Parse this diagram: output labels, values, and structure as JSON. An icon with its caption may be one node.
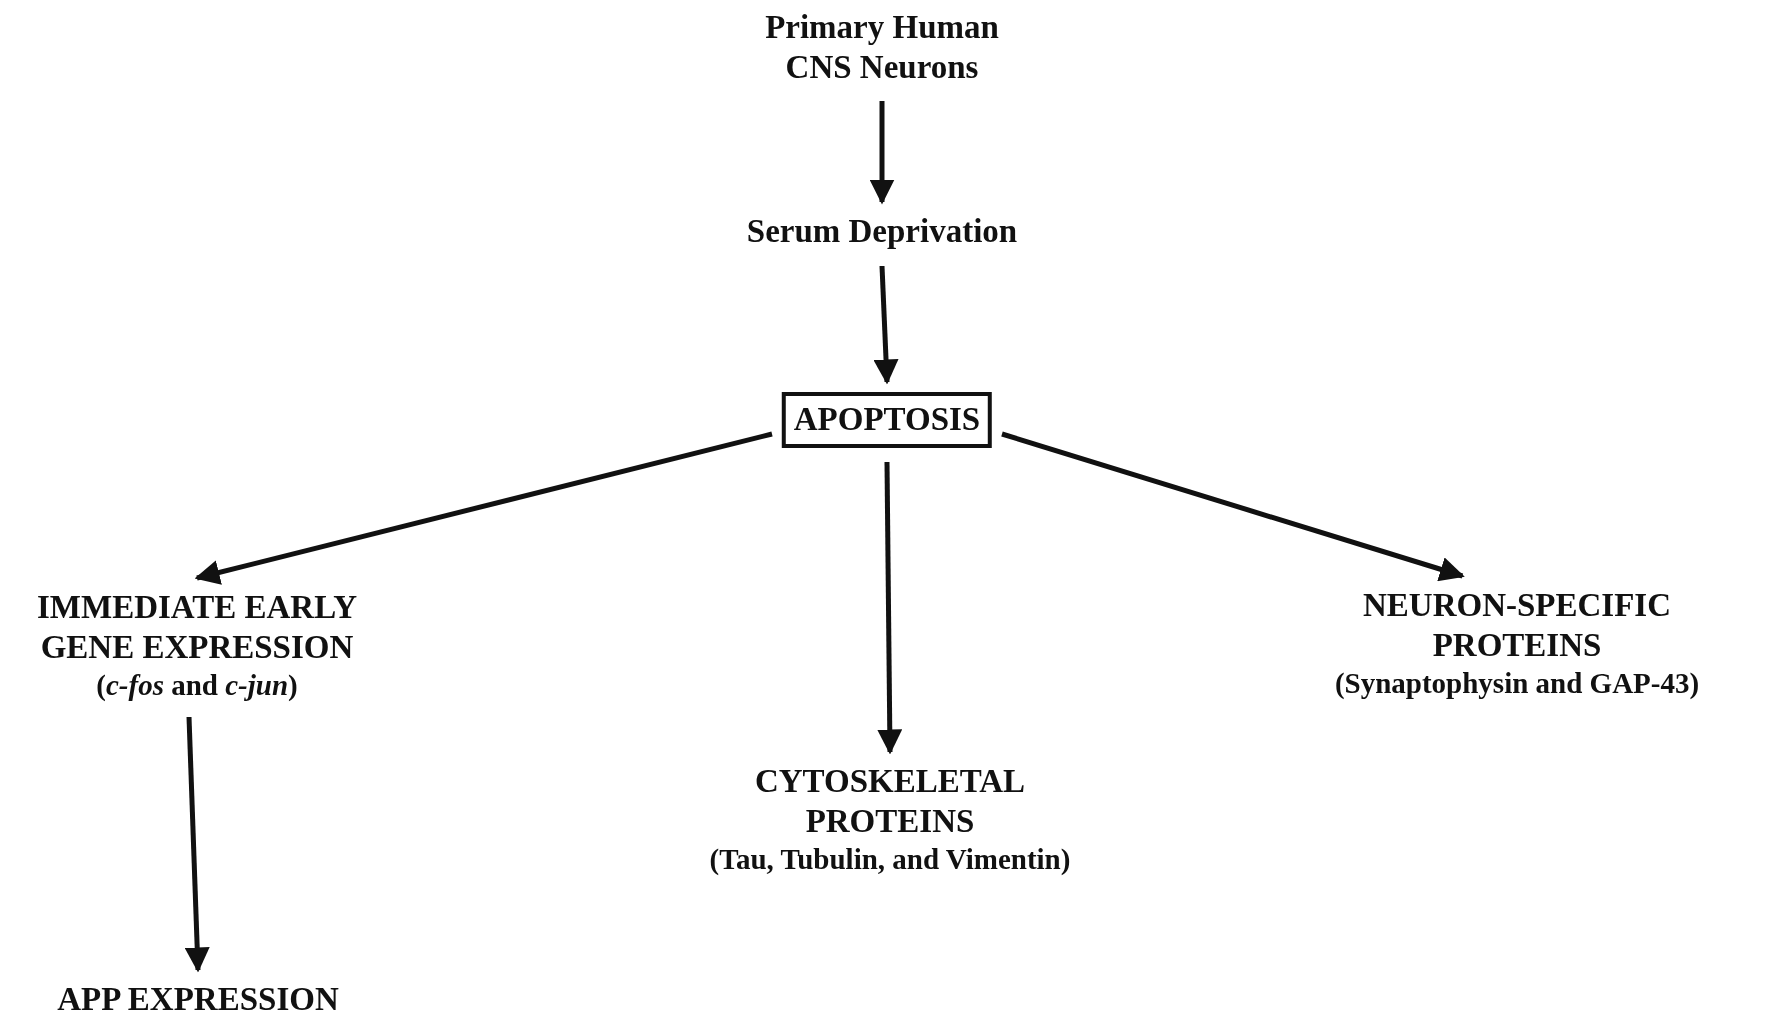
{
  "diagram": {
    "nodes": [
      {
        "text": [
          "Primary Human CNS Neurons"
        ]
      },
      {
        "text": [
          "Serum Deprivation"
        ]
      },
      {
        "text": [
          "APOPTOSIS"
        ]
      },
      {
        "text": [
          "IMMEDIATE EARLY GENE EXPRESSION",
          "(*c-fos* and *c-jun*)"
        ]
      },
      {
        "text": [
          "CYTOSKELETAL PROTEINS",
          "(Tau, Tubulin, and Vimentin)"
        ]
      },
      {
        "text": [
          "NEURON-SPECIFIC PROTEINS",
          "(Synaptophysin and GAP-43)"
        ]
      },
      {
        "text": [
          "APP EXPRESSION"
        ]
      }
    ],
    "edges": [
      {
        "from": 0,
        "to": 1,
        "arrow": "to"
      },
      {
        "from": 1,
        "to": 2,
        "arrow": "to"
      },
      {
        "from": 2,
        "to": 3,
        "arrow": "to"
      },
      {
        "from": 2,
        "to": 4,
        "arrow": "to"
      },
      {
        "from": 2,
        "to": 5,
        "arrow": "to"
      },
      {
        "from": 3,
        "to": 6,
        "arrow": "to"
      }
    ]
  }
}
